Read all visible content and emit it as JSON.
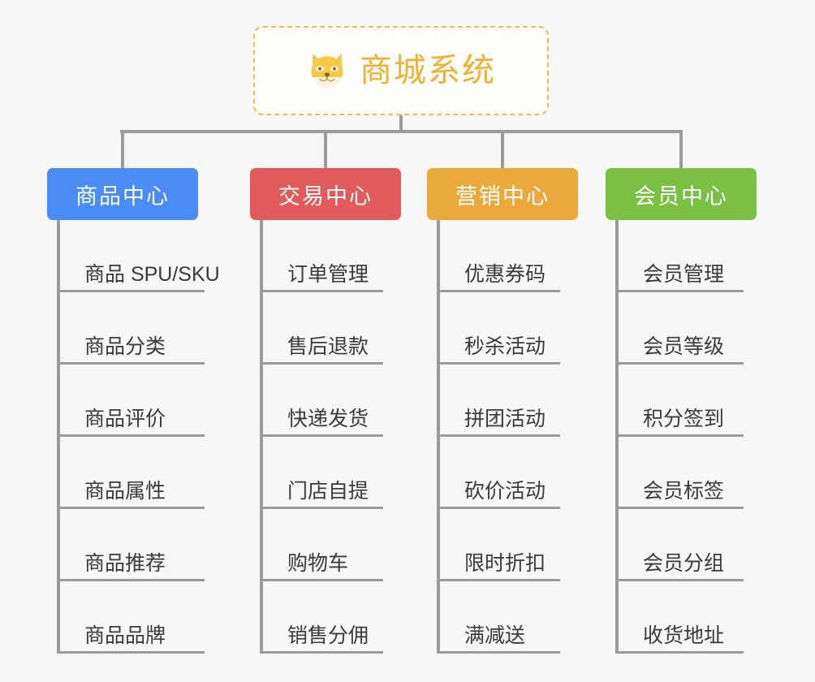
{
  "diagram": {
    "title": "商城系统",
    "root_icon": "shiba-dog-face-icon",
    "background_color": "#f7f7f7",
    "root_border_color": "#f0b95a",
    "root_text_color": "#edb134",
    "connector_color": "#9b9b9b",
    "branches": [
      {
        "label": "商品中心",
        "color": "#4a8bf5",
        "items": [
          "商品 SPU/SKU",
          "商品分类",
          "商品评价",
          "商品属性",
          "商品推荐",
          "商品品牌"
        ]
      },
      {
        "label": "交易中心",
        "color": "#e25b5b",
        "items": [
          "订单管理",
          "售后退款",
          "快递发货",
          "门店自提",
          "购物车",
          "销售分佣"
        ]
      },
      {
        "label": "营销中心",
        "color": "#eaa93c",
        "items": [
          "优惠券码",
          "秒杀活动",
          "拼团活动",
          "砍价活动",
          "限时折扣",
          "满减送"
        ]
      },
      {
        "label": "会员中心",
        "color": "#7ac143",
        "items": [
          "会员管理",
          "会员等级",
          "积分签到",
          "会员标签",
          "会员分组",
          "收货地址"
        ]
      }
    ]
  }
}
